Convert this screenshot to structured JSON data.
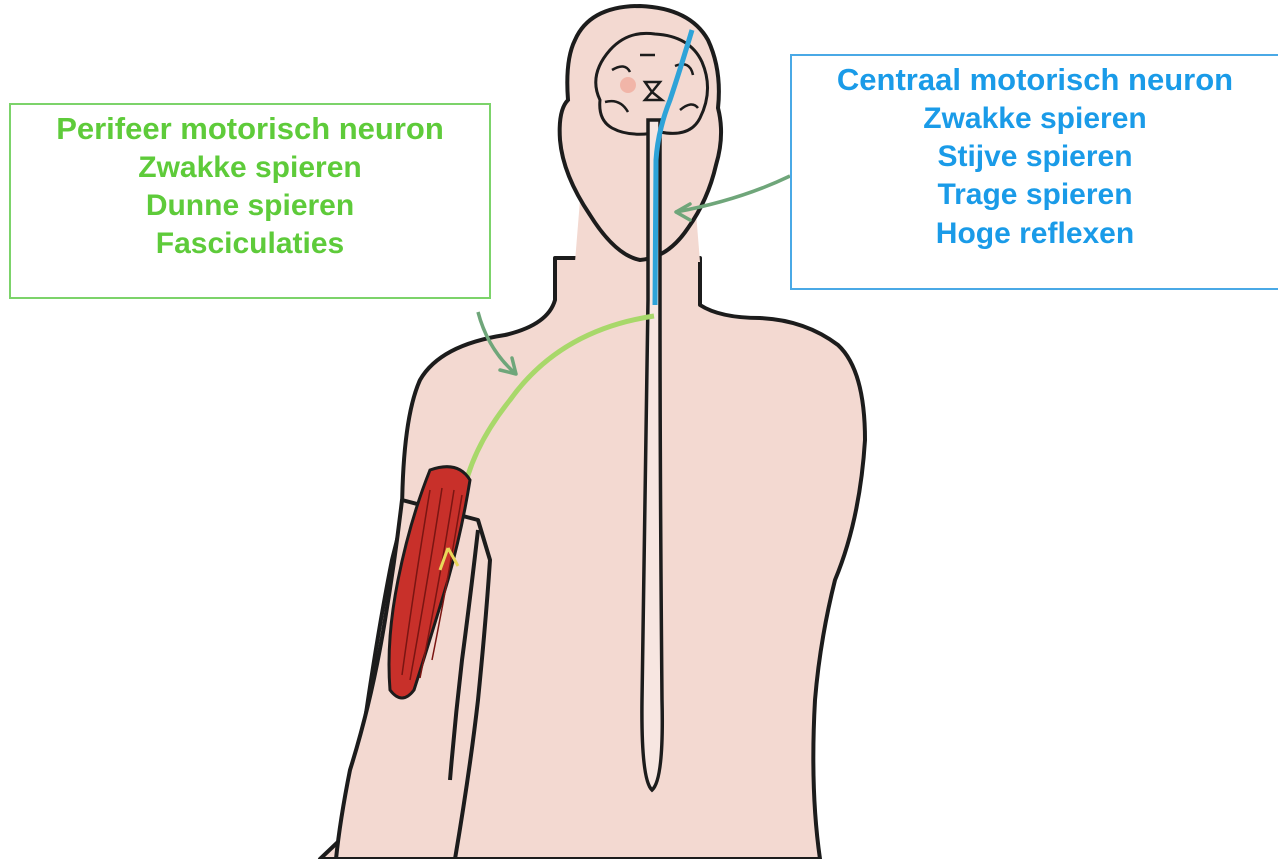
{
  "peripheral": {
    "title": "Perifeer motorisch neuron",
    "items": [
      "Zwakke spieren",
      "Dunne spieren",
      "Fasciculaties"
    ]
  },
  "central": {
    "title": "Centraal motorisch neuron",
    "items": [
      "Zwakke spieren",
      "Stijve spieren",
      "Trage spieren",
      "Hoge reflexen"
    ]
  },
  "colors": {
    "peripheral": "#5ecb3a",
    "central": "#1a9be8",
    "skin": "#f3d9d1",
    "muscle": "#c8302a",
    "arrow": "#6fa67a"
  }
}
